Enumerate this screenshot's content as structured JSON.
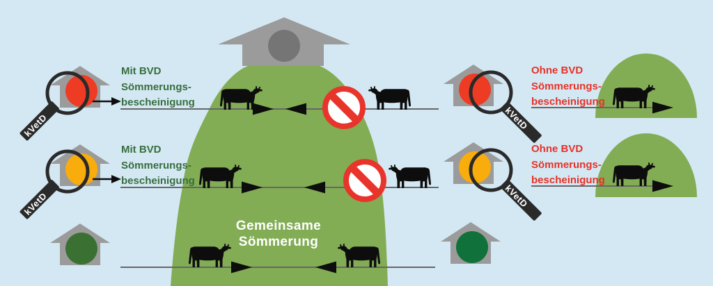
{
  "colors": {
    "bg": "#d4e8f3",
    "house": "#9b9b9b",
    "barn_window": "#757575",
    "alp_green": "#82ad55",
    "dot_red": "#ee3b24",
    "dot_orange": "#f9ad0c",
    "dot_green_left": "#3a7132",
    "dot_green_right": "#11713a",
    "text_green": "#376e3e",
    "text_red": "#e73127",
    "line": "#666666",
    "ban_red": "#e8342b",
    "mag": "#2a2a2a",
    "ink": "#0d0d0d",
    "white": "#ffffff"
  },
  "labels": {
    "kvetd": "kVetD",
    "with_bvd": [
      "Mit BVD",
      "Sömmerungs-",
      "bescheinigung"
    ],
    "without_bvd": [
      "Ohne BVD",
      "Sömmerungs-",
      "bescheinigung"
    ],
    "common_pasture": [
      "Gemeinsame",
      "Sömmerung"
    ]
  },
  "icons": {
    "house": "farm-house with colored status dot",
    "magnifier": "magnifying-glass inspection (kVetD)",
    "cow": "cattle silhouette",
    "prohibition": "no-entry sign",
    "barn": "alp barn with round window",
    "dome": "separate green alp pasture"
  }
}
